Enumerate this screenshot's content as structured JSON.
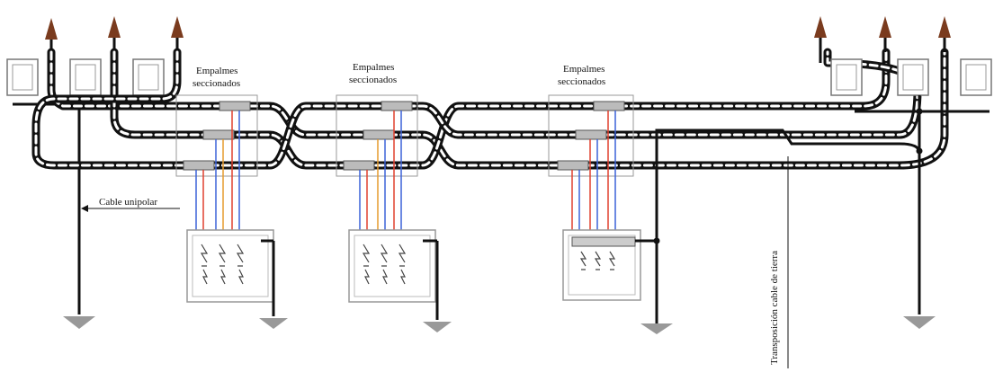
{
  "diagram": {
    "labels": {
      "junction_box_1": [
        "Empalmes",
        "seccionados"
      ],
      "junction_box_2": [
        "Empalmes",
        "seccionados"
      ],
      "junction_box_3": [
        "Empalmes",
        "seccionados"
      ],
      "bonding_cable": "Cable unipolar",
      "earth_cable_transposition": "Transposición cable de tierra"
    },
    "colors": {
      "cable_outer": "#111111",
      "cable_screen": "#ffffff",
      "phase_red": "#e0412f",
      "phase_blue": "#3c62d8",
      "phase_orange": "#e59a2d",
      "terminal_tip": "#7a3b1e",
      "box_border": "#999999"
    },
    "icons": [
      "arrow-up-icon",
      "ground-symbol-icon",
      "surge-arrester-icon",
      "terminal-icon"
    ]
  }
}
